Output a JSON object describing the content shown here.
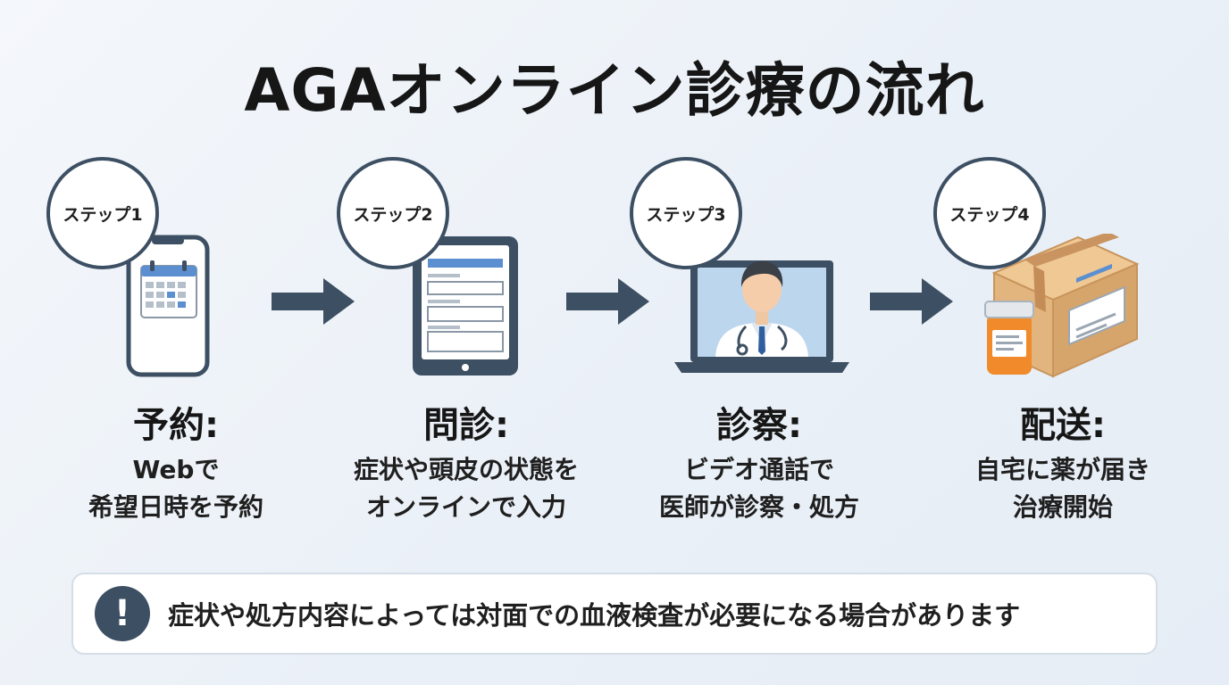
{
  "title": "AGAオンライン診療の流れ",
  "steps": [
    {
      "badge": "ステップ1",
      "heading": "予約:",
      "lines": [
        "Webで",
        "希望日時を予約"
      ],
      "icon": "smartphone-calendar-icon"
    },
    {
      "badge": "ステップ2",
      "heading": "問診:",
      "lines": [
        "症状や頭皮の状態を",
        "オンラインで入力"
      ],
      "icon": "tablet-form-icon"
    },
    {
      "badge": "ステップ3",
      "heading": "診察:",
      "lines": [
        "ビデオ通話で",
        "医師が診察・処方"
      ],
      "icon": "laptop-doctor-icon"
    },
    {
      "badge": "ステップ4",
      "heading": "配送:",
      "lines": [
        "自宅に薬が届き",
        "治療開始"
      ],
      "icon": "package-medicine-icon"
    }
  ],
  "notice": {
    "icon": "exclamation-icon",
    "symbol": "!",
    "text": "症状や処方内容によっては対面での血液検査が必要になる場合があります"
  },
  "colors": {
    "accent": "#3d4f63",
    "arrow": "#3d4f63",
    "box": "#e2b57f",
    "bottle": "#f08a2a",
    "screen": "#bcd6ee",
    "header_bar": "#5b8fd0"
  }
}
